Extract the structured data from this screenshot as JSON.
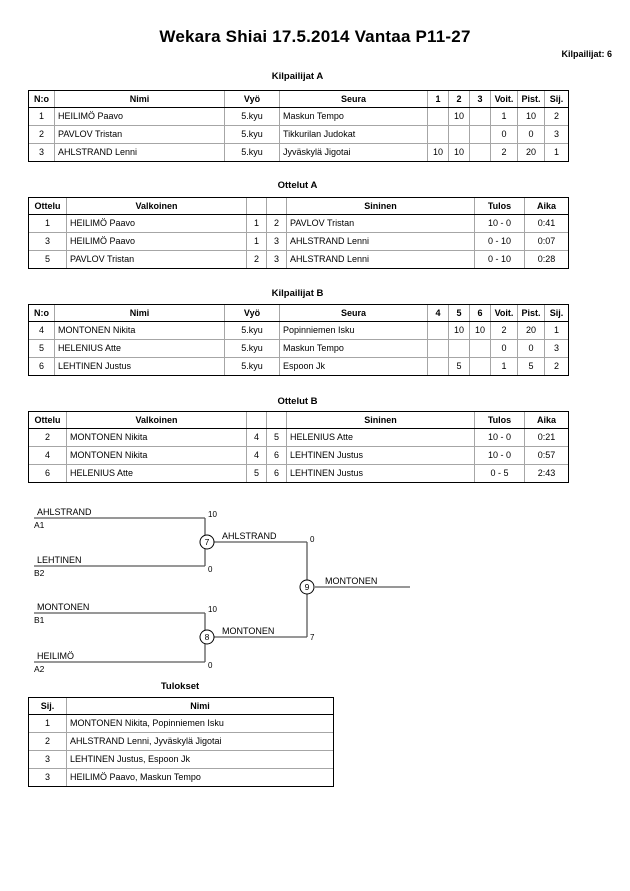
{
  "header": {
    "title": "Wekara Shiai  17.5.2014  Vantaa   P11-27",
    "competitors_label": "Kilpailijat: 6"
  },
  "pools": [
    {
      "caption": "Kilpailijat A",
      "headers": [
        "N:o",
        "Nimi",
        "Vyö",
        "Seura",
        "1",
        "2",
        "3",
        "Voit.",
        "Pist.",
        "Sij."
      ],
      "rows": [
        {
          "no": "1",
          "name": "HEILIMÖ Paavo",
          "belt": "5.kyu",
          "club": "Maskun Tempo",
          "m1": "",
          "m2": "10",
          "m3": "",
          "wins": "1",
          "points": "10",
          "rank": "2"
        },
        {
          "no": "2",
          "name": "PAVLOV Tristan",
          "belt": "5.kyu",
          "club": "Tikkurilan Judokat",
          "m1": "",
          "m2": "",
          "m3": "",
          "wins": "0",
          "points": "0",
          "rank": "3"
        },
        {
          "no": "3",
          "name": "AHLSTRAND Lenni",
          "belt": "5.kyu",
          "club": "Jyväskylä Jigotai",
          "m1": "10",
          "m2": "10",
          "m3": "",
          "wins": "2",
          "points": "20",
          "rank": "1"
        }
      ]
    },
    {
      "caption": "Kilpailijat B",
      "headers": [
        "N:o",
        "Nimi",
        "Vyö",
        "Seura",
        "4",
        "5",
        "6",
        "Voit.",
        "Pist.",
        "Sij."
      ],
      "rows": [
        {
          "no": "4",
          "name": "MONTONEN Nikita",
          "belt": "5.kyu",
          "club": "Popinniemen Isku",
          "m1": "",
          "m2": "10",
          "m3": "10",
          "wins": "2",
          "points": "20",
          "rank": "1"
        },
        {
          "no": "5",
          "name": "HELENIUS Atte",
          "belt": "5.kyu",
          "club": "Maskun Tempo",
          "m1": "",
          "m2": "",
          "m3": "",
          "wins": "0",
          "points": "0",
          "rank": "3"
        },
        {
          "no": "6",
          "name": "LEHTINEN Justus",
          "belt": "5.kyu",
          "club": "Espoon Jk",
          "m1": "",
          "m2": "5",
          "m3": "",
          "wins": "1",
          "points": "5",
          "rank": "2"
        }
      ]
    }
  ],
  "matches": [
    {
      "caption": "Ottelut A",
      "headers": [
        "Ottelu",
        "Valkoinen",
        "",
        "",
        "Sininen",
        "Tulos",
        "Aika"
      ],
      "rows": [
        {
          "no": "1",
          "white": "HEILIMÖ Paavo",
          "white_no": "1",
          "blue_no": "2",
          "blue": "PAVLOV Tristan",
          "result": "10 - 0",
          "time": "0:41"
        },
        {
          "no": "3",
          "white": "HEILIMÖ Paavo",
          "white_no": "1",
          "blue_no": "3",
          "blue": "AHLSTRAND Lenni",
          "result": "0 - 10",
          "time": "0:07"
        },
        {
          "no": "5",
          "white": "PAVLOV Tristan",
          "white_no": "2",
          "blue_no": "3",
          "blue": "AHLSTRAND Lenni",
          "result": "0 - 10",
          "time": "0:28"
        }
      ]
    },
    {
      "caption": "Ottelut B",
      "headers": [
        "Ottelu",
        "Valkoinen",
        "",
        "",
        "Sininen",
        "Tulos",
        "Aika"
      ],
      "rows": [
        {
          "no": "2",
          "white": "MONTONEN Nikita",
          "white_no": "4",
          "blue_no": "5",
          "blue": "HELENIUS Atte",
          "result": "10 - 0",
          "time": "0:21"
        },
        {
          "no": "4",
          "white": "MONTONEN Nikita",
          "white_no": "4",
          "blue_no": "6",
          "blue": "LEHTINEN Justus",
          "result": "10 - 0",
          "time": "0:57"
        },
        {
          "no": "6",
          "white": "HELENIUS Atte",
          "white_no": "5",
          "blue_no": "6",
          "blue": "LEHTINEN Justus",
          "result": "0 - 5",
          "time": "2:43"
        }
      ]
    }
  ],
  "bracket": {
    "entries": [
      {
        "name": "AHLSTRAND",
        "seed": "A1",
        "score": "10"
      },
      {
        "name": "LEHTINEN",
        "seed": "B2",
        "score": "0"
      },
      {
        "name": "MONTONEN",
        "seed": "B1",
        "score": "10"
      },
      {
        "name": "HEILIMÖ",
        "seed": "A2",
        "score": "0"
      }
    ],
    "semifinals": [
      {
        "number": "7",
        "winner": "AHLSTRAND",
        "score": "0"
      },
      {
        "number": "8",
        "winner": "MONTONEN",
        "score": "7"
      }
    ],
    "final": {
      "number": "9",
      "winner": "MONTONEN"
    }
  },
  "results": {
    "caption": "Tulokset",
    "headers": [
      "Sij.",
      "Nimi"
    ],
    "rows": [
      {
        "rank": "1",
        "name": "MONTONEN Nikita, Popinniemen Isku"
      },
      {
        "rank": "2",
        "name": "AHLSTRAND Lenni, Jyväskylä Jigotai"
      },
      {
        "rank": "3",
        "name": "LEHTINEN Justus, Espoon Jk"
      },
      {
        "rank": "3",
        "name": "HEILIMÖ Paavo, Maskun Tempo"
      }
    ]
  }
}
